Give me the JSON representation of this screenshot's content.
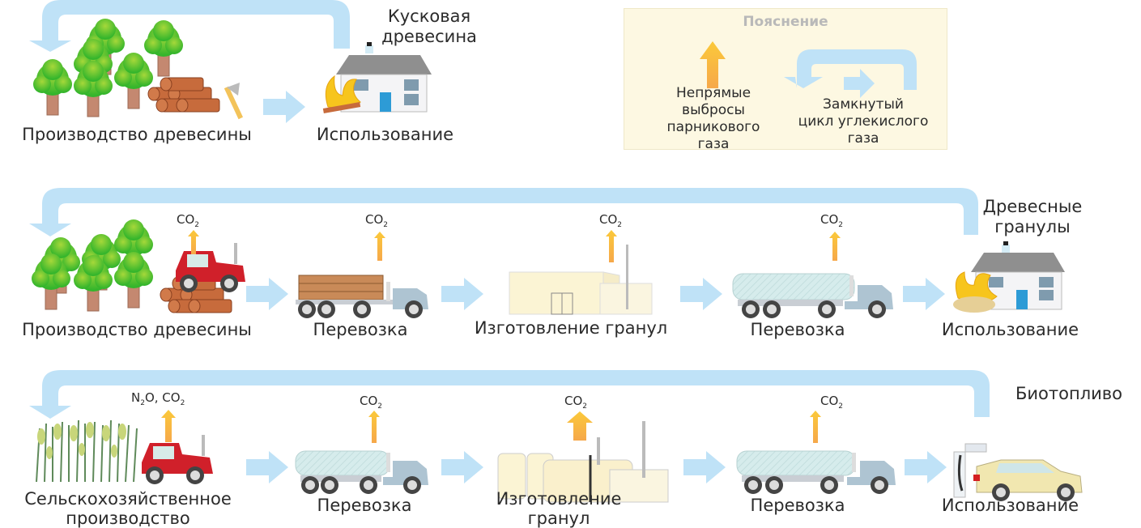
{
  "colors": {
    "cycle_arrow": "#bfe2f7",
    "emission_arrow": "#f8b43a",
    "tree_green": "#4cc230",
    "trunk": "#c48870",
    "log": "#c76b3c",
    "tractor_red": "#d0202a",
    "truck_cab": "#aec4d2",
    "tank": "#d4ebea",
    "factory": "#fbf4d4",
    "house_wall": "#f4f4f6",
    "roof": "#8f8f8f",
    "door": "#2d9bd6",
    "flame": "#f7c51d",
    "car": "#f1e7b0"
  },
  "legend": {
    "title": "Пояснение",
    "items": [
      {
        "icon": "emission-arrow-icon",
        "label_lines": [
          "Непрямые",
          "выбросы",
          "парникового",
          "газа"
        ]
      },
      {
        "icon": "closed-cycle-arrow-icon",
        "label_lines": [
          "Замкнутый",
          "цикл углекислого",
          "газа"
        ]
      }
    ]
  },
  "chains": [
    {
      "title_lines": [
        "Кусковая",
        "древесина"
      ],
      "steps": [
        {
          "label_lines": [
            "Производство древесины"
          ],
          "icon": "forest-logs-icon",
          "emission": null
        },
        {
          "label_lines": [
            "Использование"
          ],
          "icon": "house-fire-icon",
          "emission": null
        }
      ]
    },
    {
      "title_lines": [
        "Древесные",
        "гранулы"
      ],
      "steps": [
        {
          "label_lines": [
            "Производство древесины"
          ],
          "icon": "forest-tractor-icon",
          "emission": {
            "formula": "CO",
            "sub": "2"
          }
        },
        {
          "label_lines": [
            "Перевозка"
          ],
          "icon": "log-truck-icon",
          "emission": {
            "formula": "CO",
            "sub": "2"
          }
        },
        {
          "label_lines": [
            "Изготовление гранул"
          ],
          "icon": "factory-icon",
          "emission": {
            "formula": "CO",
            "sub": "2"
          }
        },
        {
          "label_lines": [
            "Перевозка"
          ],
          "icon": "tanker-truck-icon",
          "emission": {
            "formula": "CO",
            "sub": "2"
          }
        },
        {
          "label_lines": [
            "Использование"
          ],
          "icon": "house-pellets-icon",
          "emission": null
        }
      ]
    },
    {
      "title_lines": [
        "Биотопливо"
      ],
      "steps": [
        {
          "label_lines": [
            "Сельскохозяйственное",
            "производство"
          ],
          "icon": "crops-tractor-icon",
          "emission": {
            "formula": "N",
            "sub": "2",
            "rest": "O, CO",
            "sub2": "2"
          }
        },
        {
          "label_lines": [
            "Перевозка"
          ],
          "icon": "tanker-truck-icon",
          "emission": {
            "formula": "CO",
            "sub": "2"
          }
        },
        {
          "label_lines": [
            "Изготовление",
            "гранул"
          ],
          "icon": "refinery-icon",
          "emission": {
            "formula": "CO",
            "sub": "2"
          }
        },
        {
          "label_lines": [
            "Перевозка"
          ],
          "icon": "tanker-truck-icon",
          "emission": {
            "formula": "CO",
            "sub": "2"
          }
        },
        {
          "label_lines": [
            "Использование"
          ],
          "icon": "fuel-station-car-icon",
          "emission": null
        }
      ]
    }
  ]
}
